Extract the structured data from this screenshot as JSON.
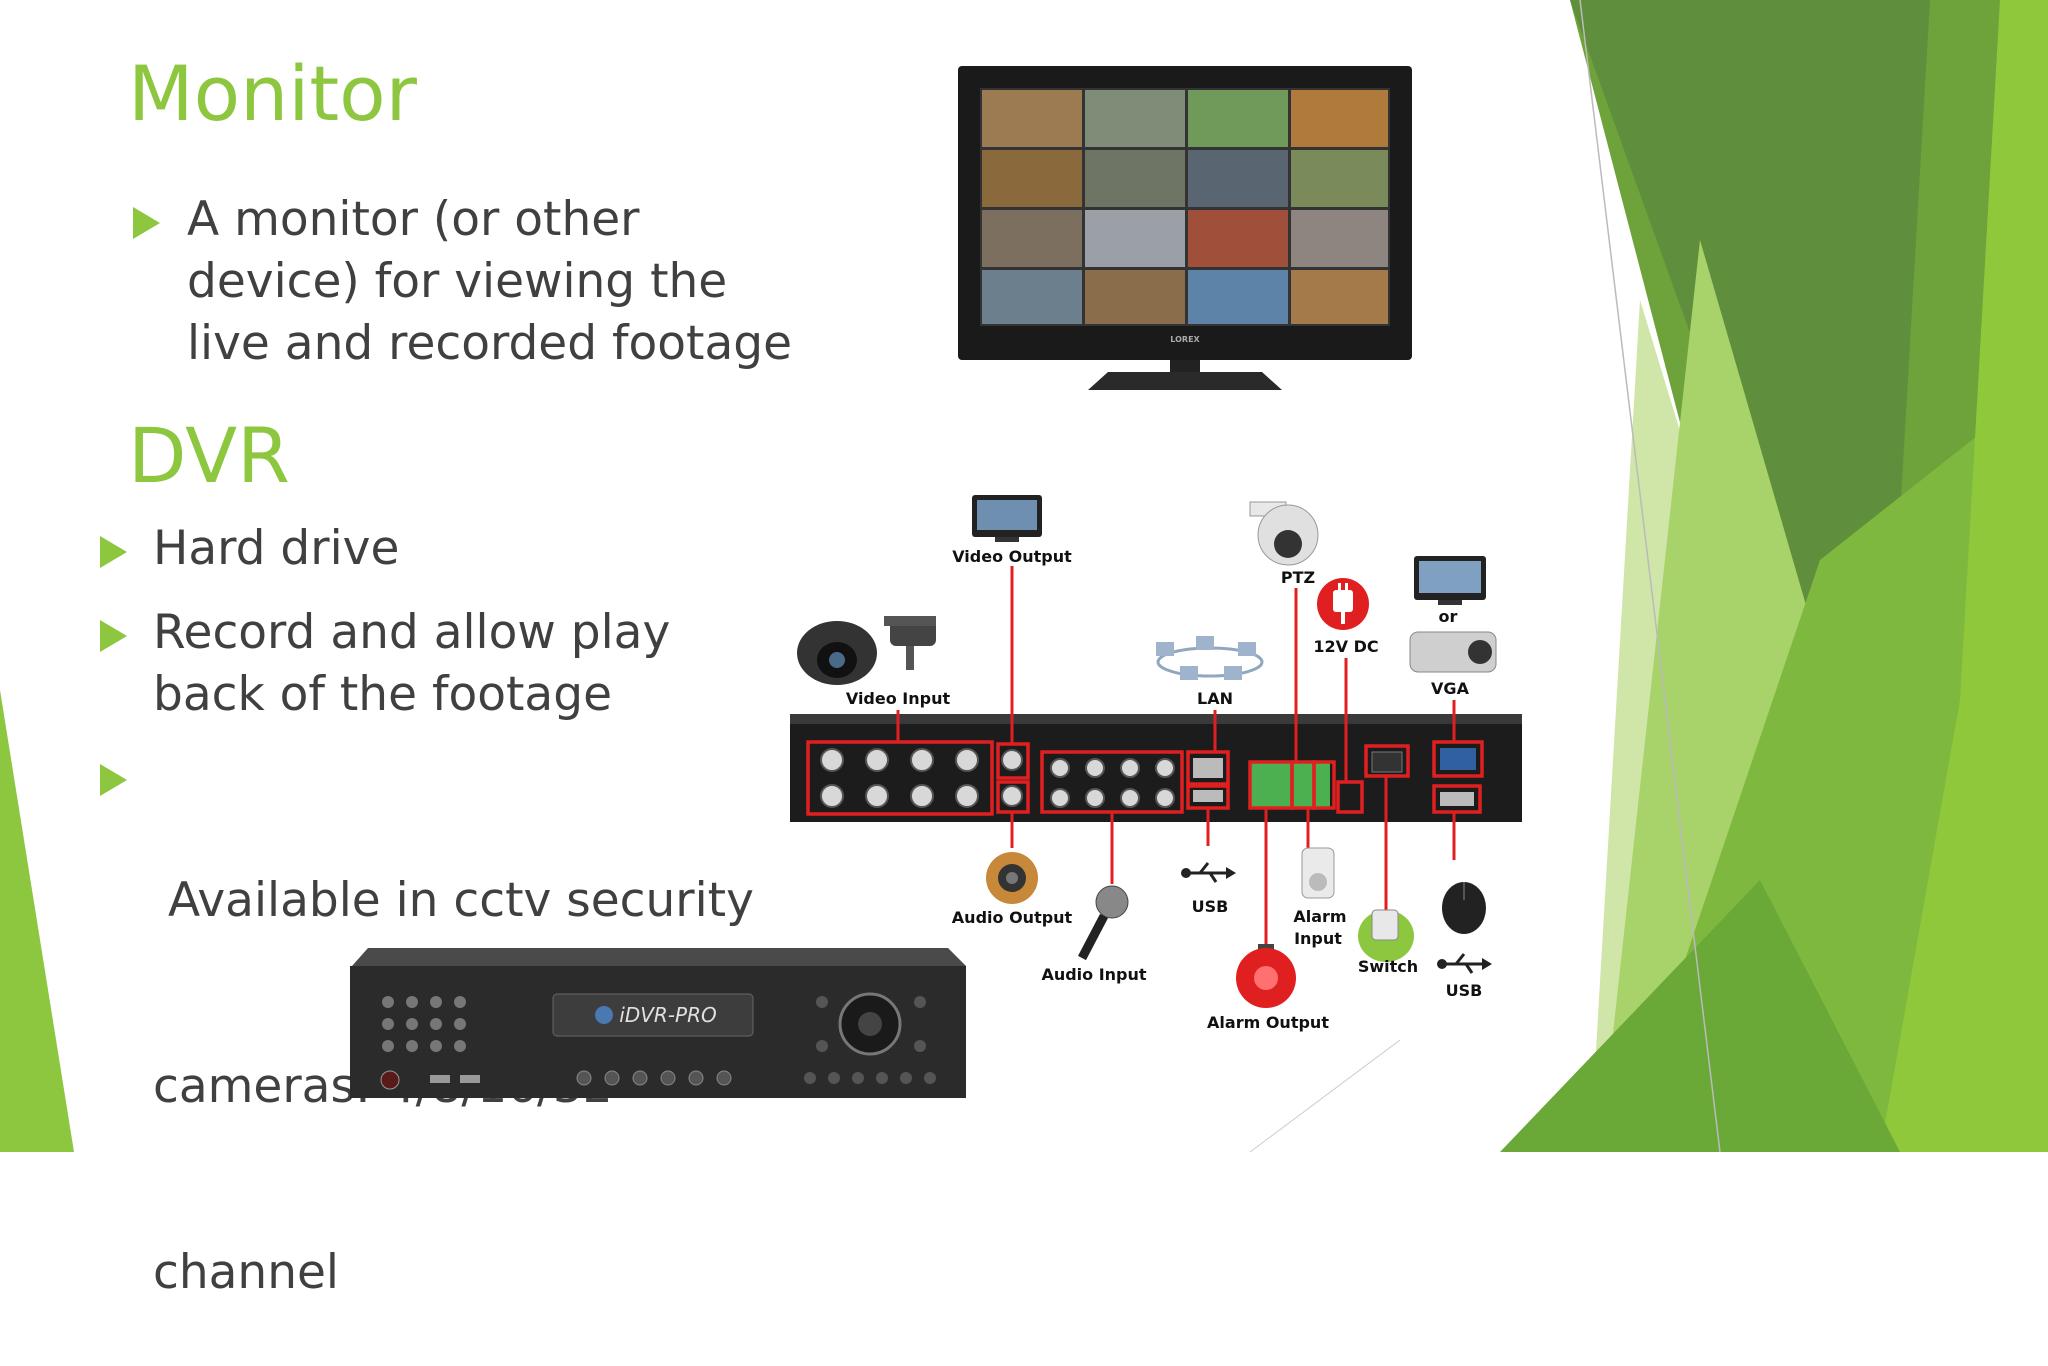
{
  "slide": {
    "colors": {
      "accent": "#8dc63f",
      "text": "#404040",
      "port_highlight": "#e02020"
    },
    "monitor_section": {
      "heading": "Monitor",
      "bullet": {
        "line1": "A monitor (or other",
        "line2": "device) for viewing the",
        "line3": "live and recorded footage"
      }
    },
    "dvr_section": {
      "heading": "DVR",
      "bullets": [
        {
          "line1": "Hard drive"
        },
        {
          "line1": "Record and allow play",
          "line2": "back of the footage"
        },
        {
          "line1": " Available in cctv security",
          "line2": "cameras: 4/8/16/32",
          "line3": "channel"
        }
      ]
    },
    "monitor_image": {
      "brand": "LOREX"
    },
    "diagram_labels": {
      "video_output": "Video Output",
      "video_input": "Video Input",
      "ptz": "PTZ",
      "dc12v": "12V DC",
      "or": "or",
      "vga": "VGA",
      "lan": "LAN",
      "usb1": "USB",
      "usb2": "USB",
      "audio_output": "Audio Output",
      "audio_input": "Audio Input",
      "alarm_input_l1": "Alarm",
      "alarm_input_l2": "Input",
      "alarm_output": "Alarm Output",
      "switch": "Switch"
    },
    "dvr_image": {
      "brand": "iDVR-PRO"
    }
  }
}
